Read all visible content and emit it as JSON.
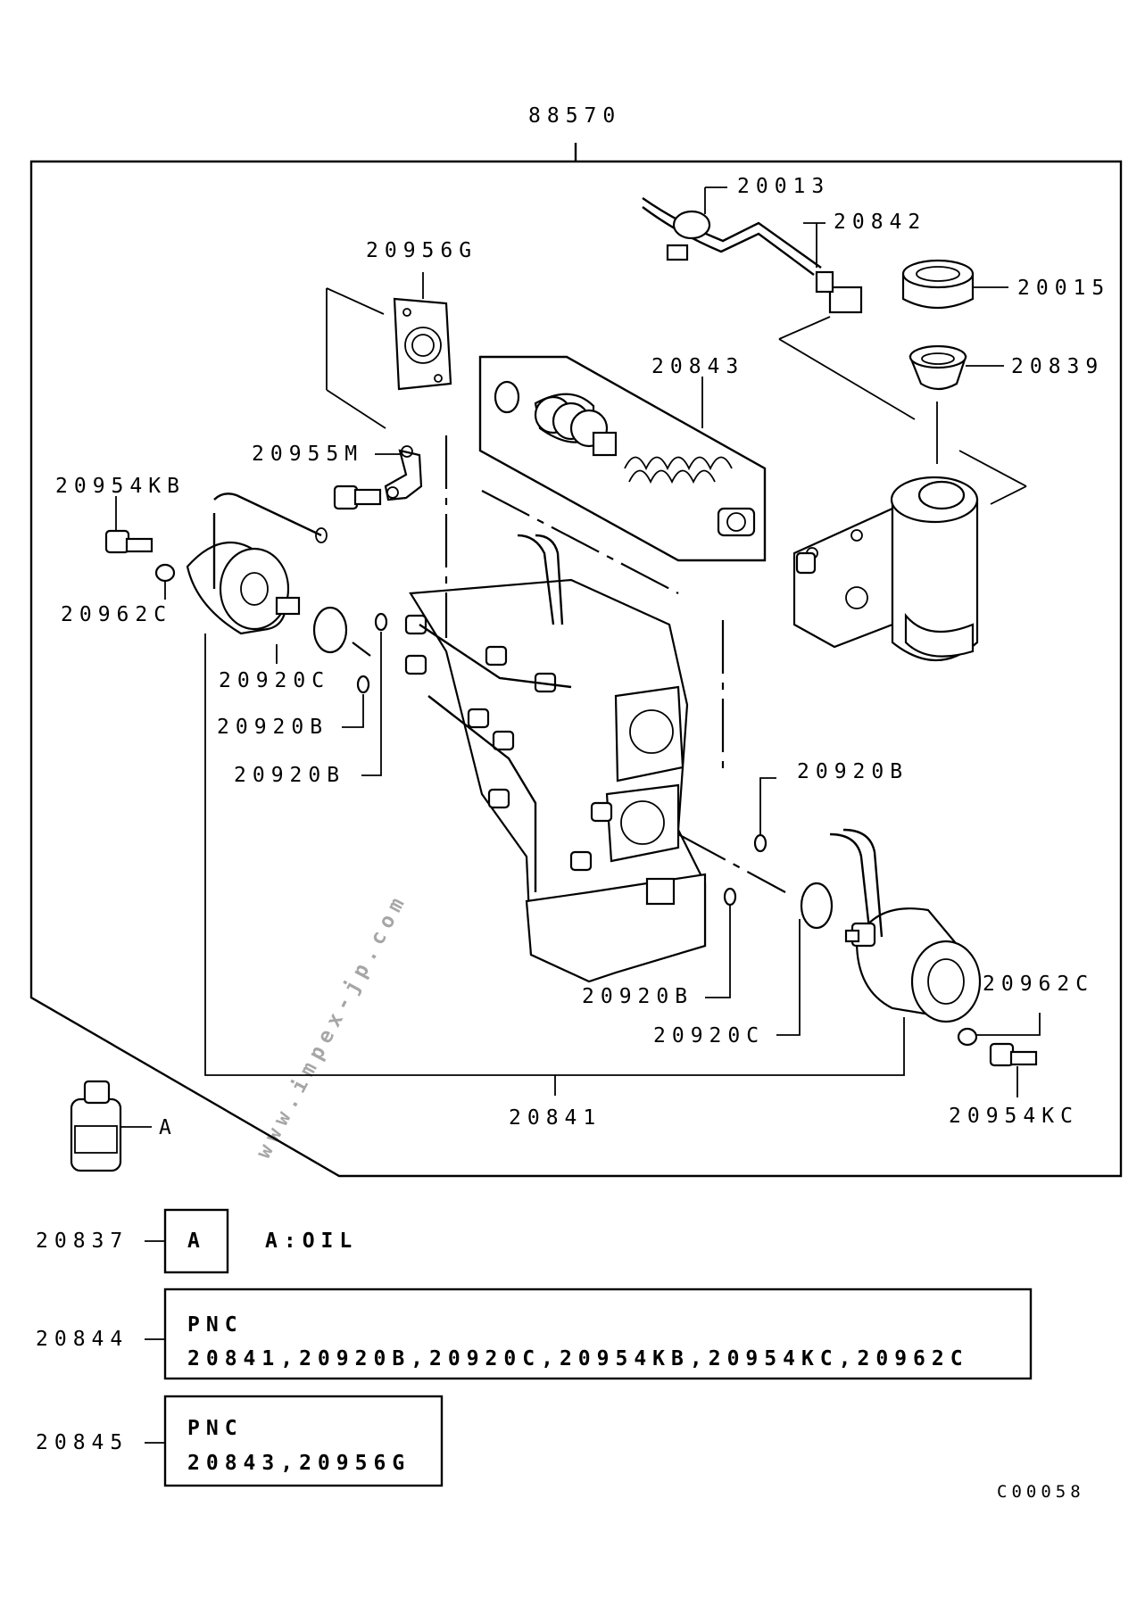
{
  "assembly_code": "88570",
  "watermark": "www.impex-jp.com",
  "figure_code": "C00058",
  "callouts": {
    "c20013": "20013",
    "c20842": "20842",
    "c20015": "20015",
    "c20839": "20839",
    "c20956G": "20956G",
    "c20843": "20843",
    "c20955M": "20955M",
    "c20954KB": "20954KB",
    "c20962C_left": "20962C",
    "c20920C_left": "20920C",
    "c20920B_left1": "20920B",
    "c20920B_left2": "20920B",
    "c20920B_right": "20920B",
    "c20920B_bottom": "20920B",
    "c20920C_bottom": "20920C",
    "c20962C_right": "20962C",
    "c20954KC": "20954KC",
    "c20841": "20841",
    "oil_marker": "A"
  },
  "legend": {
    "oil_row": {
      "code": "20837",
      "box_label": "A",
      "description": "A:OIL"
    },
    "kit1": {
      "code": "20844",
      "title": "PNC",
      "parts": "20841,20920B,20920C,20954KB,20954KC,20962C"
    },
    "kit2": {
      "code": "20845",
      "title": "PNC",
      "parts": "20843,20956G"
    }
  }
}
